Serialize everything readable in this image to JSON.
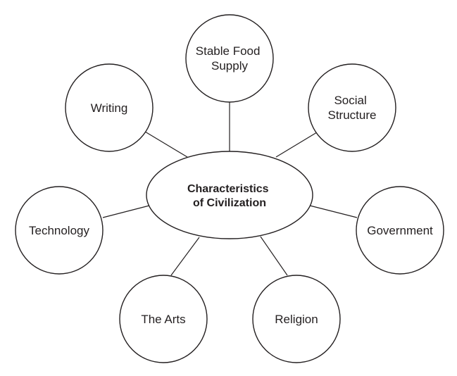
{
  "center": {
    "lines": [
      "Characteristics",
      "of Civilization"
    ]
  },
  "nodes": [
    {
      "id": "stable-food-supply",
      "lines": [
        "Stable Food",
        "Supply"
      ]
    },
    {
      "id": "social-structure",
      "lines": [
        "Social",
        "Structure"
      ]
    },
    {
      "id": "government",
      "lines": [
        "Government"
      ]
    },
    {
      "id": "religion",
      "lines": [
        "Religion"
      ]
    },
    {
      "id": "the-arts",
      "lines": [
        "The Arts"
      ]
    },
    {
      "id": "technology",
      "lines": [
        "Technology"
      ]
    },
    {
      "id": "writing",
      "lines": [
        "Writing"
      ]
    }
  ]
}
